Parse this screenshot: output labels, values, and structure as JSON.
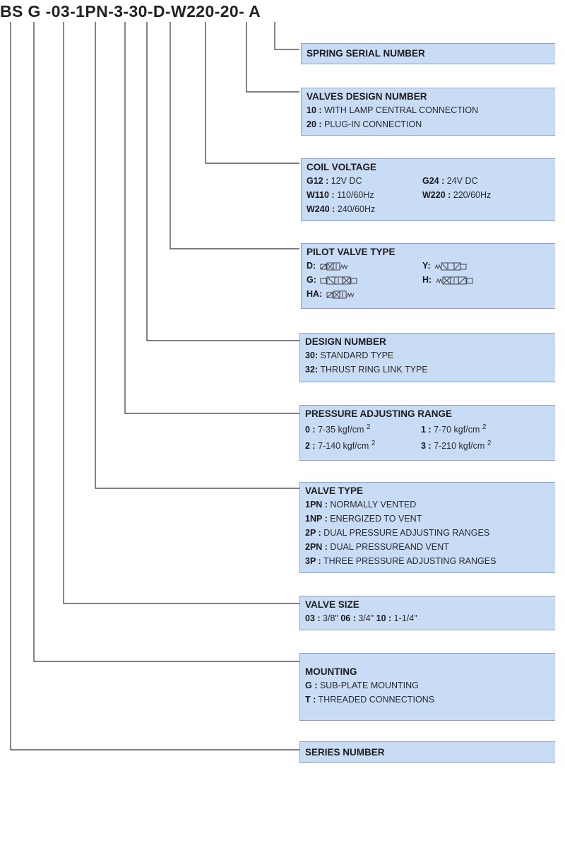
{
  "model_code": {
    "parts": [
      "BS",
      " G",
      " -",
      "03",
      "-",
      "1PN",
      "-",
      "3",
      "-",
      "30",
      "-",
      "D",
      "-",
      "W220",
      "-",
      "20",
      "-",
      " A"
    ]
  },
  "sections": {
    "spring": {
      "title": "SPRING SERIAL NUMBER"
    },
    "valves_design": {
      "title": "VALVES DESIGN NUMBER",
      "items": [
        {
          "code": "10 :",
          "text": " WITH LAMP CENTRAL CONNECTION"
        },
        {
          "code": "20 :",
          "text": " PLUG-IN CONNECTION"
        }
      ]
    },
    "coil": {
      "title": "COIL VOLTAGE",
      "items": [
        {
          "code": "G12 :",
          "text": " 12V DC"
        },
        {
          "code": "G24 :",
          "text": " 24V DC"
        },
        {
          "code": "W110 :",
          "text": " 110/60Hz"
        },
        {
          "code": "W220 :",
          "text": " 220/60Hz"
        },
        {
          "code": "W240 :",
          "text": " 240/60Hz"
        }
      ]
    },
    "pilot": {
      "title": "PILOT VALVE TYPE",
      "items": [
        {
          "code": "D:"
        },
        {
          "code": "Y:"
        },
        {
          "code": "G:"
        },
        {
          "code": "H:"
        },
        {
          "code": "HA:"
        }
      ]
    },
    "design": {
      "title": "DESIGN NUMBER",
      "items": [
        {
          "code": "30:",
          "text": " STANDARD TYPE"
        },
        {
          "code": "32:",
          "text": " THRUST RING LINK TYPE"
        }
      ]
    },
    "pressure": {
      "title": "PRESSURE ADJUSTING RANGE",
      "items": [
        {
          "code": "0 :",
          "text": " 7-35 kgf/cm",
          "sup": "2"
        },
        {
          "code": "1 :",
          "text": " 7-70 kgf/cm",
          "sup": "2"
        },
        {
          "code": "2 :",
          "text": " 7-140 kgf/cm",
          "sup": "2"
        },
        {
          "code": "3 :",
          "text": " 7-210 kgf/cm",
          "sup": "2"
        }
      ]
    },
    "valve_type": {
      "title": "VALVE TYPE",
      "items": [
        {
          "code": "1PN :",
          "text": " NORMALLY VENTED"
        },
        {
          "code": "1NP :",
          "text": " ENERGIZED TO VENT"
        },
        {
          "code": "2P :",
          "text": " DUAL PRESSURE ADJUSTING RANGES"
        },
        {
          "code": "2PN :",
          "text": " DUAL PRESSUREAND VENT"
        },
        {
          "code": "3P :",
          "text": " THREE PRESSURE ADJUSTING RANGES"
        }
      ]
    },
    "size": {
      "title": "VALVE SIZE",
      "items": [
        {
          "code": "03 :",
          "text": " 3/8\""
        },
        {
          "code": "06 :",
          "text": " 3/4\""
        },
        {
          "code": "10 :",
          "text": " 1-1/4\""
        }
      ]
    },
    "mounting": {
      "title": "MOUNTING",
      "items": [
        {
          "code": "G :",
          "text": " SUB-PLATE MOUNTING"
        },
        {
          "code": "T :",
          "text": " THREADED CONNECTIONS"
        }
      ]
    },
    "series": {
      "title": "SERIES NUMBER"
    }
  },
  "colors": {
    "box_fill": "#c9dcf5",
    "box_border": "#8ea4c2",
    "line": "#333333"
  }
}
